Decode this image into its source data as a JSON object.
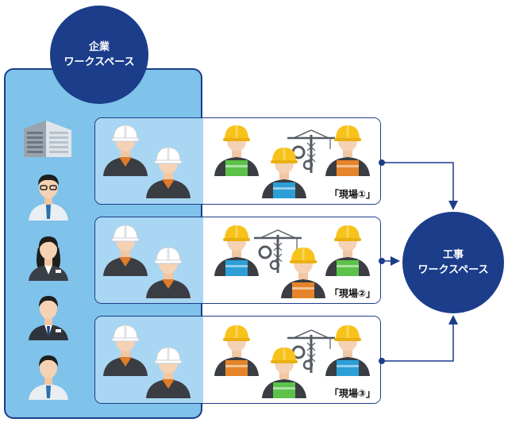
{
  "enterprise_workspace": {
    "line1": "企業",
    "line2": "ワークスペース"
  },
  "construction_workspace": {
    "line1": "工事",
    "line2": "ワークスペース"
  },
  "sites": [
    {
      "label": "「現場①」"
    },
    {
      "label": "「現場②」"
    },
    {
      "label": "「現場③」"
    }
  ],
  "colors": {
    "navy": "#1b3d8a",
    "panel_blue": "#7fc2ea",
    "box_light_blue": "#a9d6f2",
    "helmet_yellow": "#f7c21a",
    "vest_green": "#5cc24a",
    "vest_blue": "#2b9fd6",
    "vest_orange": "#e5842a"
  }
}
